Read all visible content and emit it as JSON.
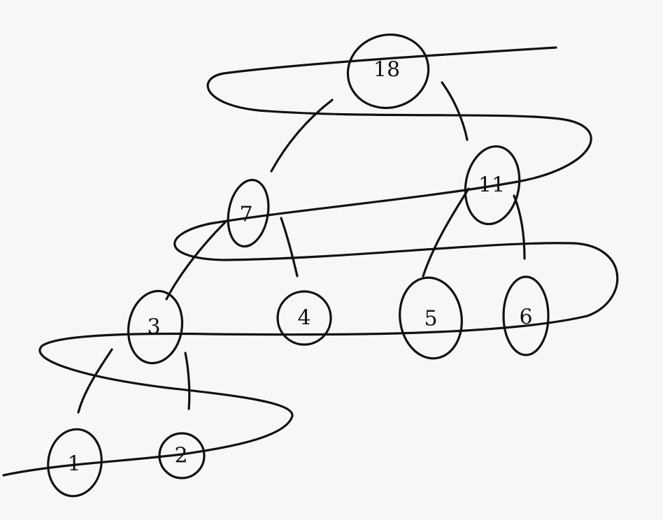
{
  "diagram": {
    "type": "binary-tree",
    "ink_color": "#111111",
    "paper_color": "#f7f7f5",
    "nodes": [
      {
        "id": "n18",
        "label": "18"
      },
      {
        "id": "n11",
        "label": "11"
      },
      {
        "id": "n7",
        "label": "7"
      },
      {
        "id": "n4",
        "label": "4"
      },
      {
        "id": "n5",
        "label": "5"
      },
      {
        "id": "n6",
        "label": "6"
      },
      {
        "id": "n3",
        "label": "3"
      },
      {
        "id": "n1",
        "label": "1"
      },
      {
        "id": "n2",
        "label": "2"
      }
    ],
    "edges": [
      {
        "from": "n18",
        "to": "n7"
      },
      {
        "from": "n18",
        "to": "n11"
      },
      {
        "from": "n7",
        "to": "n3"
      },
      {
        "from": "n7",
        "to": "n4"
      },
      {
        "from": "n11",
        "to": "n5"
      },
      {
        "from": "n11",
        "to": "n6"
      },
      {
        "from": "n3",
        "to": "n1"
      },
      {
        "from": "n3",
        "to": "n2"
      }
    ]
  }
}
